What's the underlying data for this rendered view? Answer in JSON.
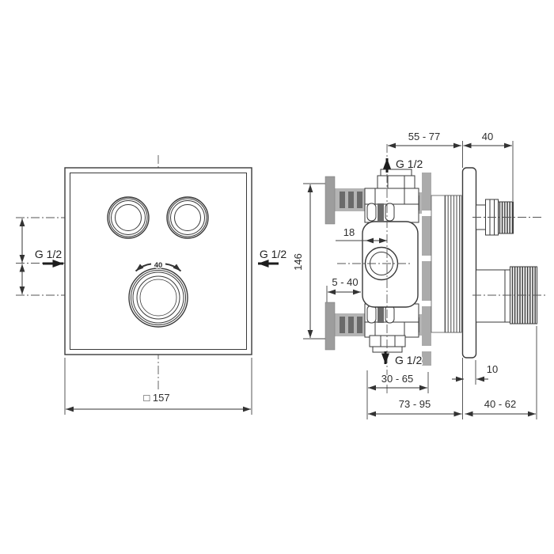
{
  "front_view": {
    "left_port_label": "G 1/2",
    "right_port_label": "G 1/2",
    "dial_mark": "40",
    "plate_size_dim": "□ 157"
  },
  "side_view": {
    "top_port_label": "G 1/2",
    "bottom_port_label": "G 1/2",
    "dim_center_to_wall": "55 - 77",
    "dim_trim_projection": "40",
    "dim_center_offset": "18",
    "dim_port_spacing": "146",
    "dim_install_depth_range": "5 - 40",
    "dim_outlet_to_wall": "30 - 65",
    "dim_plate_thickness": "10",
    "dim_body_depth": "73 - 95",
    "dim_trim_depth": "40 - 62"
  },
  "colors": {
    "line": "#3a3a3a",
    "pipe_gray": "#b4b4b4",
    "stripe_gray": "#6a6a6a",
    "flange_gray": "#9d9d9d",
    "wall_gray": "#ababab"
  }
}
